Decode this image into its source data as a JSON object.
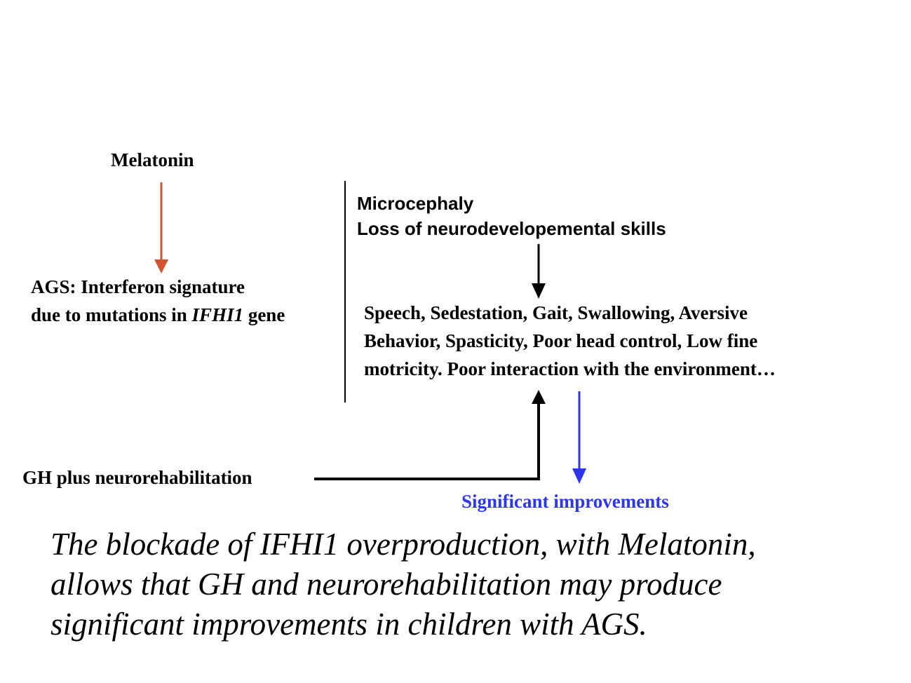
{
  "nodes": {
    "melatonin": "Melatonin",
    "ags_line1": "AGS: Interferon signature",
    "ags_line2_pre": "due to mutations in ",
    "ags_gene": "IFHI1",
    "ags_line2_post": " gene",
    "micro_line1": "Microcephaly",
    "micro_line2": "Loss of neurodevelopemental skills",
    "symptoms_line1": "Speech, Sedestation, Gait, Swallowing, Aversive",
    "symptoms_line2": "Behavior, Spasticity, Poor head control, Low fine",
    "symptoms_line3": "motricity. Poor interaction with the environment…",
    "gh": "GH plus neurorehabilitation",
    "improvements": "Significant improvements"
  },
  "conclusion": {
    "line1": "The blockade of IFHI1 overproduction, with Melatonin,",
    "line2": "allows that GH and neurorehabilitation may produce",
    "line3": "significant improvements in children with AGS."
  },
  "colors": {
    "melatonin_arrow": "#d2532d",
    "improvement_arrow": "#2c35f0",
    "improvement_text": "#2c35f0",
    "main": "#000000"
  }
}
